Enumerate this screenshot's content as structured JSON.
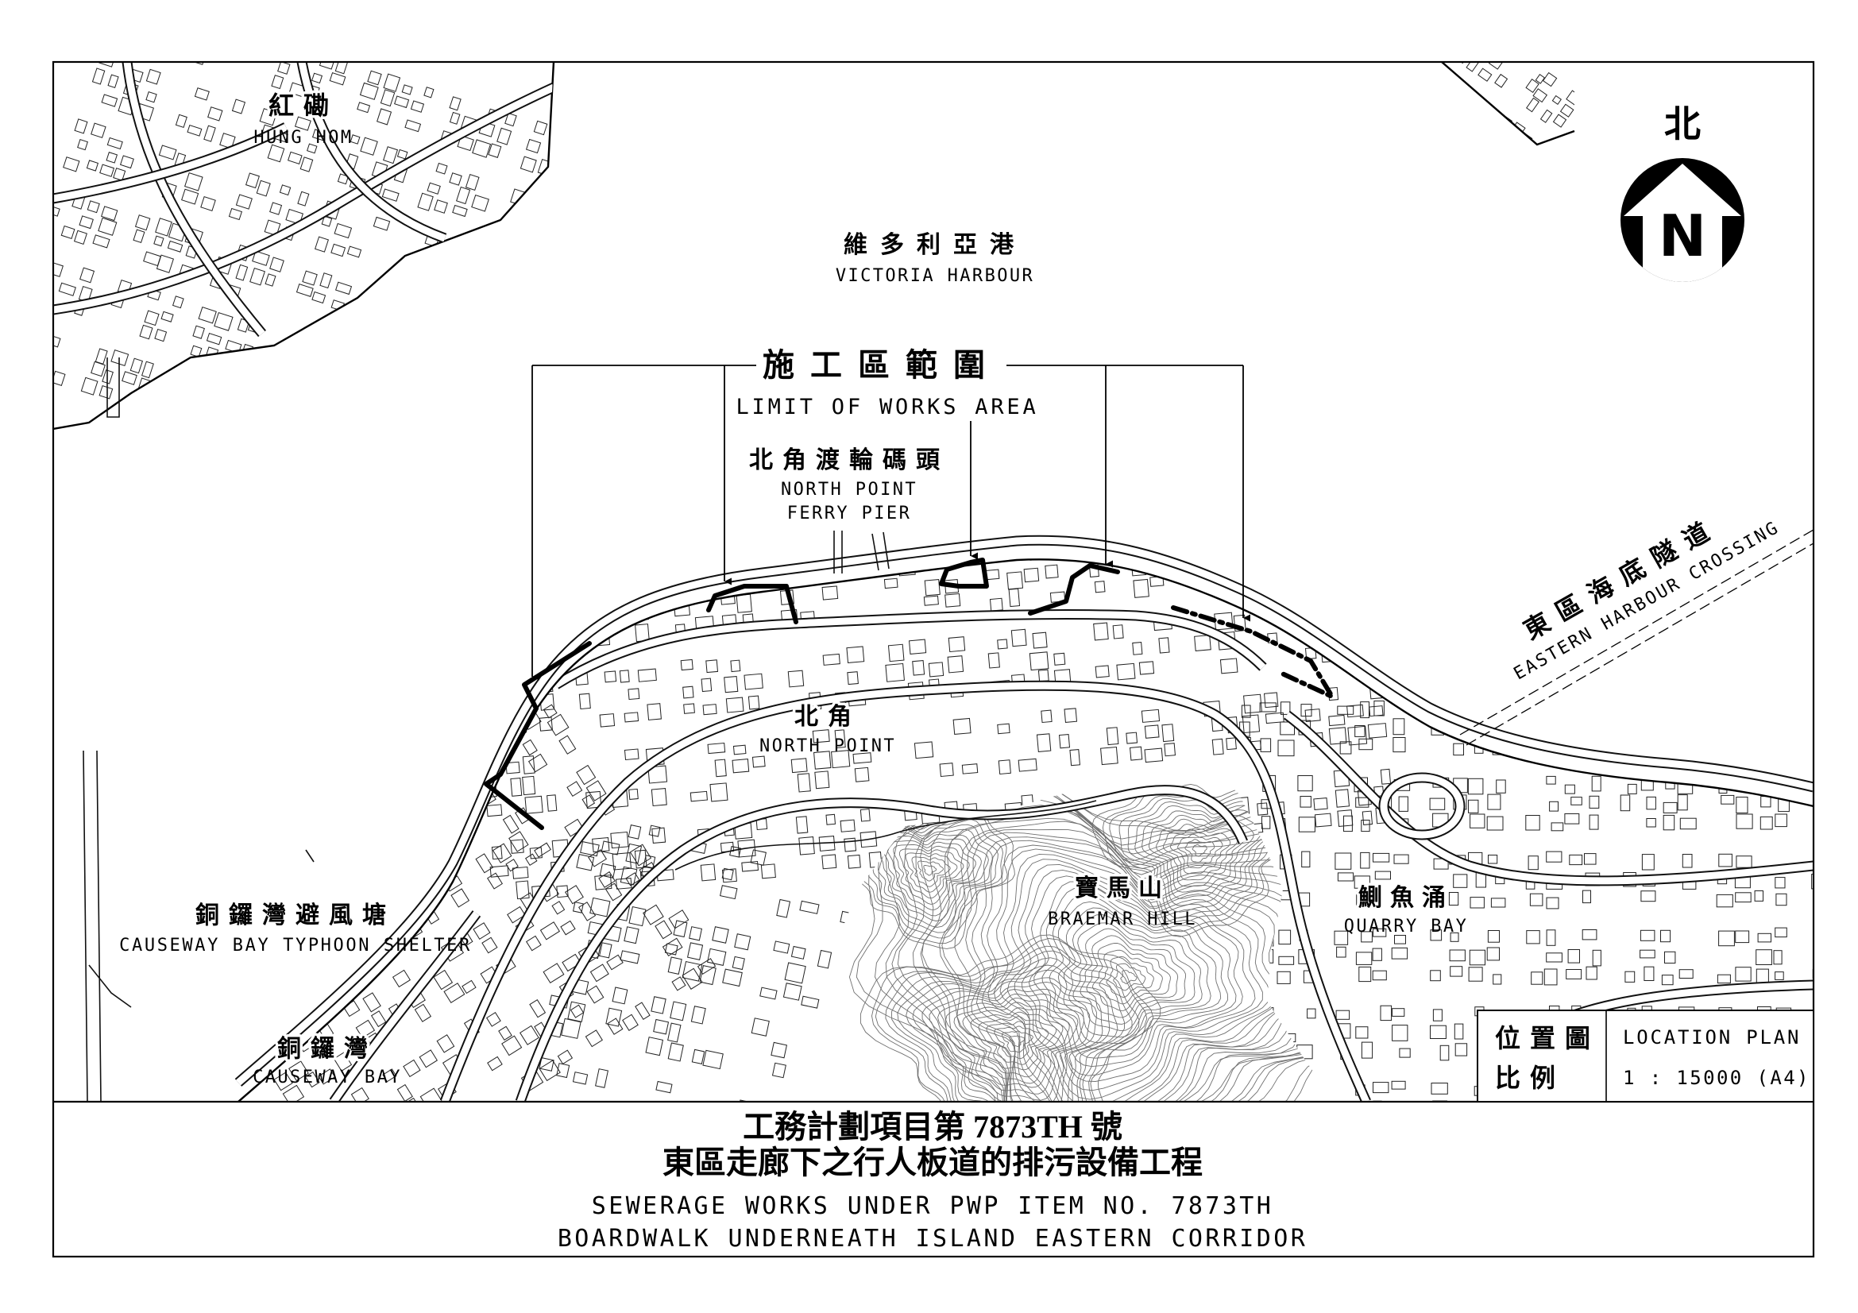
{
  "labels": {
    "hung_hom": {
      "zh": "紅磡",
      "en": "HUNG HOM"
    },
    "victoria_harbour": {
      "zh": "維多利亞港",
      "en": "VICTORIA HARBOUR"
    },
    "works_area": {
      "zh": "施工區範圍",
      "en": "LIMIT OF WORKS AREA"
    },
    "ferry_pier": {
      "zh": "北角渡輪碼頭",
      "en_line1": "NORTH POINT",
      "en_line2": "FERRY PIER"
    },
    "harbour_crossing": {
      "zh": "東區海底隧道",
      "en": "EASTERN HARBOUR CROSSING"
    },
    "north_point": {
      "zh": "北角",
      "en": "NORTH POINT"
    },
    "braemar_hill": {
      "zh": "寶馬山",
      "en": "BRAEMAR HILL"
    },
    "quarry_bay": {
      "zh": "鰂魚涌",
      "en": "QUARRY BAY"
    },
    "typhoon_shelter": {
      "zh": "銅鑼灣避風塘",
      "en": "CAUSEWAY BAY TYPHOON SHELTER"
    },
    "causeway_bay": {
      "zh": "銅鑼灣",
      "en": "CAUSEWAY BAY"
    }
  },
  "north_arrow": {
    "zh": "北",
    "letter": "N"
  },
  "info_box": {
    "plan_zh": "位置圖",
    "plan_en": "LOCATION PLAN",
    "scale_zh": "比例",
    "scale_en": "1 : 15000 (A4)"
  },
  "title": {
    "line1": "工務計劃項目第 7873TH 號",
    "line2": "東區走廊下之行人板道的排污設備工程",
    "line3": "SEWERAGE WORKS UNDER PWP ITEM NO. 7873TH",
    "line4": "BOARDWALK UNDERNEATH ISLAND EASTERN CORRIDOR"
  },
  "colors": {
    "ink": "#000000",
    "contour": "#6f6f6f",
    "paper": "#ffffff"
  }
}
